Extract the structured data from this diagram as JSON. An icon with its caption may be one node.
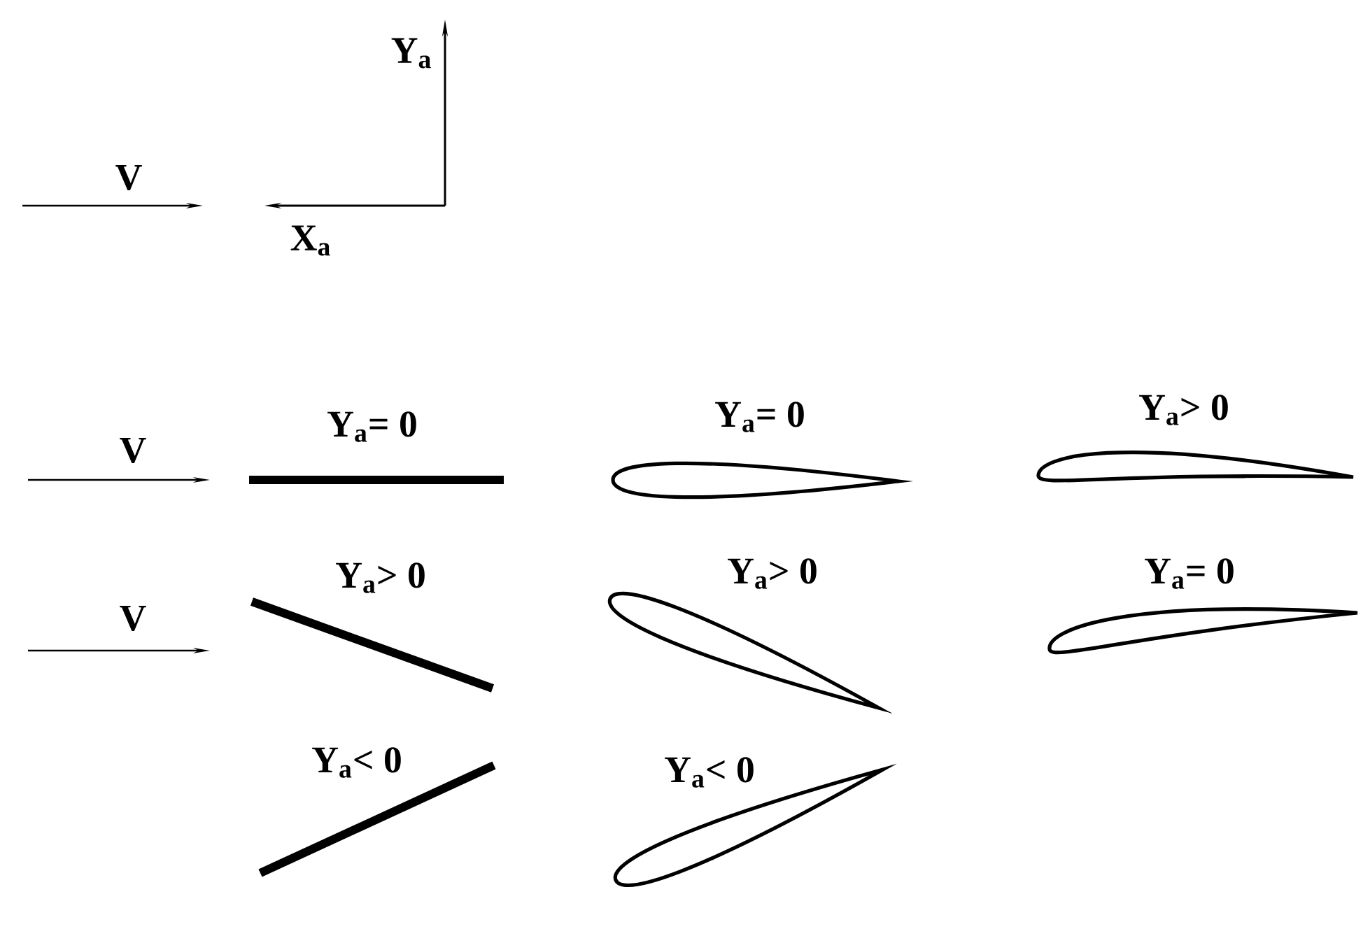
{
  "diagram": {
    "labels": [
      "Y$_{a}$",
      "V",
      "X$_{a}$",
      "V",
      "Y$_{a}$= 0",
      "Y$_{a}$= 0",
      "Y$_{a}$> 0",
      "V",
      "Y$_{a}$> 0",
      "Y$_{a}$> 0",
      "Y$_{a}$= 0",
      "Y$_{a}$< 0",
      "Y$_{a}$< 0"
    ]
  }
}
